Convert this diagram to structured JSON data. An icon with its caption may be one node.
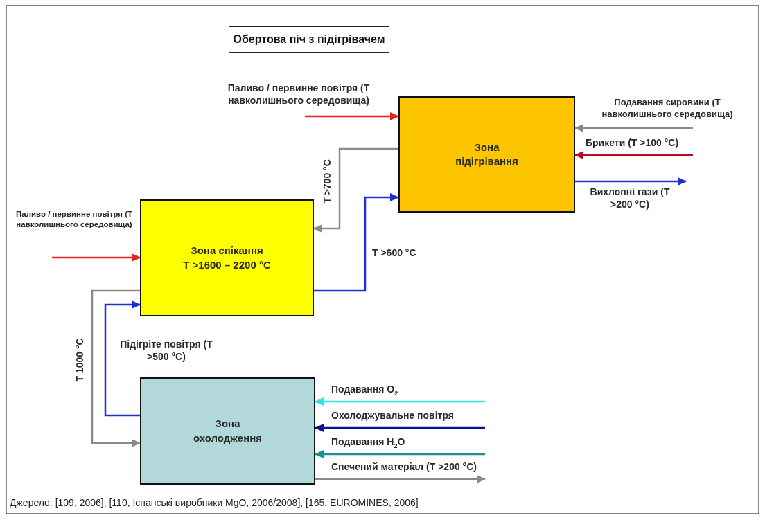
{
  "diagram": {
    "title": "Обертова піч з підігрівачем",
    "caption": "Джерело: [109, 2006], [110, Іспанські виробники MgO, 2006/2008], [165, EUROMINES, 2006]",
    "nodes": [
      {
        "text": [
          "Зона підігрівання"
        ]
      },
      {
        "text": [
          "Зона спікання",
          "T >1600 – 2200 °C"
        ]
      },
      {
        "text": [
          "Зона охолодження"
        ]
      }
    ],
    "edges": [
      {
        "from": null,
        "to": 0,
        "arrow": "to",
        "label": "Паливо / первинне повітря (Т навколишнього середовища)",
        "color": "#e8231e"
      },
      {
        "from": null,
        "to": 0,
        "arrow": "to",
        "label": "Подавання сировини (Т навколишнього середовища)",
        "color": "#8a8a8a"
      },
      {
        "from": null,
        "to": 0,
        "arrow": "to",
        "label": "Брикети (Т >100 °C)",
        "color": "#b01020"
      },
      {
        "from": 0,
        "to": null,
        "arrow": "to",
        "label": "Вихлопні гази (Т >200 °C)",
        "color": "#1f2fd8"
      },
      {
        "from": 0,
        "to": 1,
        "arrow": "to",
        "label": "T >700 °C",
        "color": "#8a8a8a"
      },
      {
        "from": 1,
        "to": 0,
        "arrow": "to",
        "label": "T >600 °C",
        "color": "#1f2fd8"
      },
      {
        "from": null,
        "to": 1,
        "arrow": "to",
        "label": "Паливо / первинне повітря (Т навколишнього середовища)",
        "color": "#e8231e"
      },
      {
        "from": 1,
        "to": 2,
        "arrow": "to",
        "label": "T 1000 °C",
        "color": "#8a8a8a"
      },
      {
        "from": 2,
        "to": 1,
        "arrow": "to",
        "label": "Підігріте повітря (Т >500 °C)",
        "color": "#1f2fd8"
      },
      {
        "from": null,
        "to": 2,
        "arrow": "to",
        "label": "Подавання O$_{2}$",
        "color": "#33e0e8"
      },
      {
        "from": null,
        "to": 2,
        "arrow": "to",
        "label": "Охолоджувальне повітря",
        "color": "#10109a"
      },
      {
        "from": null,
        "to": 2,
        "arrow": "to",
        "label": "Подавання H$_{2}$O",
        "color": "#1a9090"
      },
      {
        "from": 2,
        "to": null,
        "arrow": "to",
        "label": "Спечений матеріал (Т >200 °C)",
        "color": "#8a8a8a"
      }
    ]
  }
}
